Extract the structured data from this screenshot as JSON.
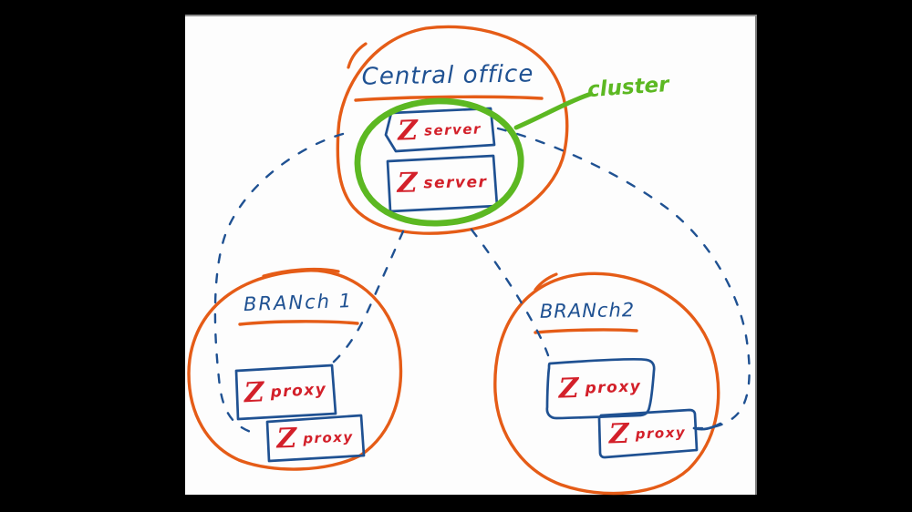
{
  "colors": {
    "orange": "#e55c17",
    "blue": "#1f5192",
    "red": "#d3202a",
    "green": "#5cb822",
    "board": "#fdfdfd",
    "frame": "#000000"
  },
  "drawing": {
    "central": {
      "title": "Central office",
      "cluster_label": "cluster",
      "nodes": [
        {
          "z": "Z",
          "role": "server"
        },
        {
          "z": "Z",
          "role": "server"
        }
      ]
    },
    "branch1": {
      "title": "BRANch 1",
      "nodes": [
        {
          "z": "Z",
          "role": "proxy"
        },
        {
          "z": "Z",
          "role": "proxy"
        }
      ]
    },
    "branch2": {
      "title": "BRANch2",
      "nodes": [
        {
          "z": "Z",
          "role": "proxy"
        },
        {
          "z": "Z",
          "role": "proxy"
        }
      ]
    }
  }
}
